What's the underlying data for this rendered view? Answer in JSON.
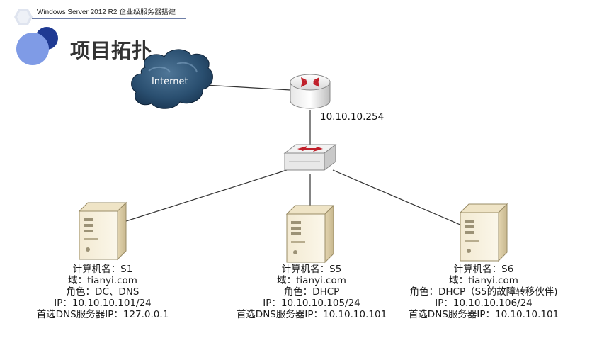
{
  "header": {
    "text": "Windows Server 2012 R2 企业级服务器搭建"
  },
  "page": {
    "title": "项目拓扑"
  },
  "internet": {
    "label": "Internet"
  },
  "router": {
    "ip": "10.10.10.254"
  },
  "servers": [
    {
      "name_line": "计算机名：S1",
      "domain_line": "域：tianyi.com",
      "role_line": "角色：DC、DNS",
      "ip_line": "IP：10.10.10.101/24",
      "dns_line": "首选DNS服务器IP：127.0.0.1"
    },
    {
      "name_line": "计算机名：S5",
      "domain_line": "域：tianyi.com",
      "role_line": "角色：DHCP",
      "ip_line": "IP：10.10.10.105/24",
      "dns_line": "首选DNS服务器IP：10.10.10.101"
    },
    {
      "name_line": "计算机名：S6",
      "domain_line": "域：tianyi.com",
      "role_line": "角色：DHCP（S5的故障转移伙伴)",
      "ip_line": "IP：10.10.10.106/24",
      "dns_line": "首选DNS服务器IP：10.10.10.101"
    }
  ],
  "colors": {
    "accent_dark": "#1f3a93",
    "accent_light": "#7f9be6",
    "device_red": "#c0202a",
    "cloud": "#1f4466"
  }
}
